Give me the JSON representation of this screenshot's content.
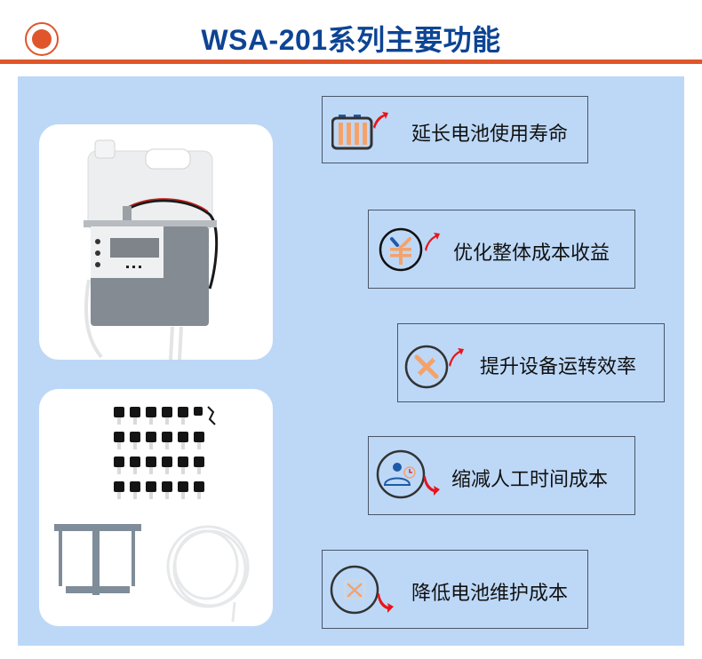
{
  "header": {
    "title": "WSA-201系列主要功能",
    "accent_color": "#e0552a",
    "title_color": "#0d4494"
  },
  "panel": {
    "background": "#bdd8f7"
  },
  "photos": [
    {
      "subject": "main-unit-with-reservoir",
      "alt": "WSA-201 主机与补水桶"
    },
    {
      "subject": "accessories-kit",
      "alt": "补水头、支架与软管配件"
    }
  ],
  "features": [
    {
      "label": "延长电池使用寿命",
      "icon": "battery-icon",
      "arrow": "up"
    },
    {
      "label": "优化整体成本收益",
      "icon": "yuan-icon",
      "arrow": "up"
    },
    {
      "label": "提升设备运转效率",
      "icon": "tools-icon",
      "arrow": "up"
    },
    {
      "label": "缩减人工时间成本",
      "icon": "user-clock-icon",
      "arrow": "down"
    },
    {
      "label": "降低电池维护成本",
      "icon": "battery-tools-icon",
      "arrow": "down"
    }
  ]
}
